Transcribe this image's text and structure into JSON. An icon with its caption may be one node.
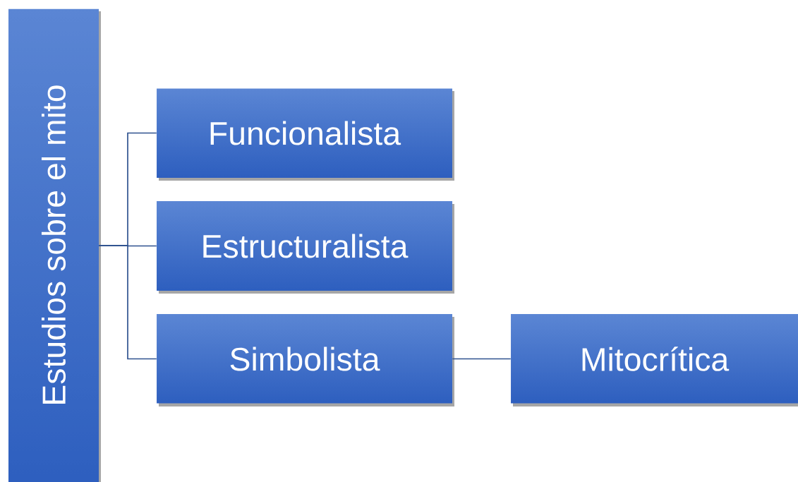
{
  "diagram": {
    "nodes": [
      {
        "text": [
          "Estudios sobre el mito"
        ]
      },
      {
        "text": [
          "Funcionalista"
        ]
      },
      {
        "text": [
          "Estructuralista"
        ]
      },
      {
        "text": [
          "Simbolista"
        ]
      },
      {
        "text": [
          "Mitocrítica"
        ]
      }
    ],
    "edges": [
      {
        "from": 0,
        "to": 1,
        "arrow": "none"
      },
      {
        "from": 0,
        "to": 2,
        "arrow": "none"
      },
      {
        "from": 0,
        "to": 3,
        "arrow": "none"
      },
      {
        "from": 3,
        "to": 4,
        "arrow": "none"
      }
    ]
  }
}
